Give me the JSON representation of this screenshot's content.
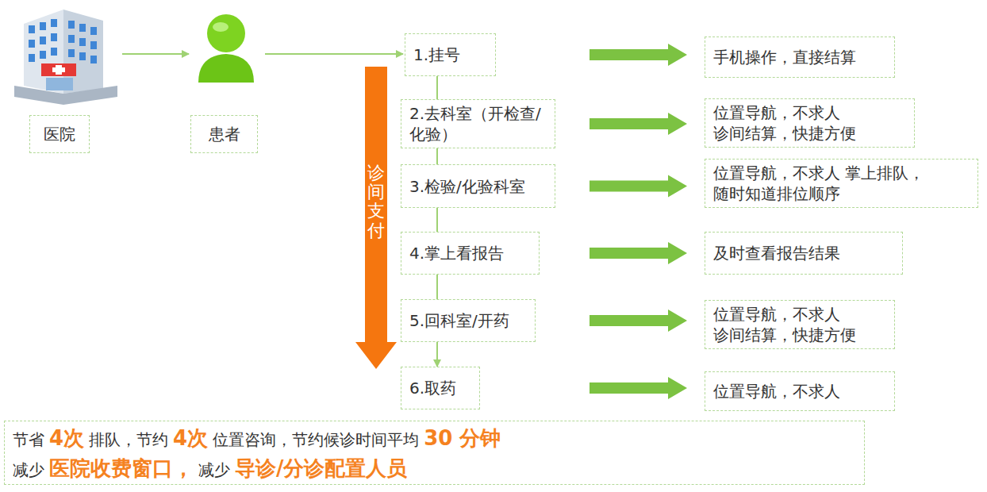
{
  "diagram": {
    "nodes": [
      {
        "text": [
          "医院"
        ]
      },
      {
        "text": [
          "患者"
        ]
      },
      {
        "text": [
          "诊间支付"
        ]
      },
      {
        "text": [
          "1.挂号"
        ]
      },
      {
        "text": [
          "2.去科室（开检查/化验）"
        ]
      },
      {
        "text": [
          "3.检验/化验科室"
        ]
      },
      {
        "text": [
          "4.掌上看报告"
        ]
      },
      {
        "text": [
          "5.回科室/开药"
        ]
      },
      {
        "text": [
          "6.取药"
        ]
      },
      {
        "text": [
          "手机操作，直接结算"
        ]
      },
      {
        "text": [
          "位置导航，不求人 诊间结算，快捷方便"
        ]
      },
      {
        "text": [
          "位置导航，不求人 掌上排队，随时知道排位顺序"
        ]
      },
      {
        "text": [
          "及时查看报告结果"
        ]
      },
      {
        "text": [
          "位置导航，不求人 诊间结算，快捷方便"
        ]
      },
      {
        "text": [
          "位置导航，不求人"
        ]
      },
      {
        "text": [
          "节省",
          "4次",
          "排队，节约",
          "4次",
          "位置咨询，节约候诊时间平均",
          "30 分钟",
          "减少",
          "医院收费窗口，",
          "减少",
          "导诊/分诊配置人员"
        ]
      }
    ],
    "edges": [
      {
        "from": 0,
        "to": 1,
        "arrow": "to"
      },
      {
        "from": 1,
        "to": 3,
        "arrow": "to"
      },
      {
        "from": 3,
        "to": 4,
        "arrow": "none"
      },
      {
        "from": 4,
        "to": 5,
        "arrow": "none"
      },
      {
        "from": 5,
        "to": 6,
        "arrow": "none"
      },
      {
        "from": 6,
        "to": 7,
        "arrow": "none"
      },
      {
        "from": 7,
        "to": 8,
        "arrow": "to"
      },
      {
        "from": 3,
        "to": 9,
        "arrow": "to"
      },
      {
        "from": 4,
        "to": 10,
        "arrow": "to"
      },
      {
        "from": 5,
        "to": 11,
        "arrow": "to"
      },
      {
        "from": 6,
        "to": 12,
        "arrow": "to"
      },
      {
        "from": 7,
        "to": 13,
        "arrow": "to"
      },
      {
        "from": 8,
        "to": 14,
        "arrow": "to"
      }
    ]
  }
}
